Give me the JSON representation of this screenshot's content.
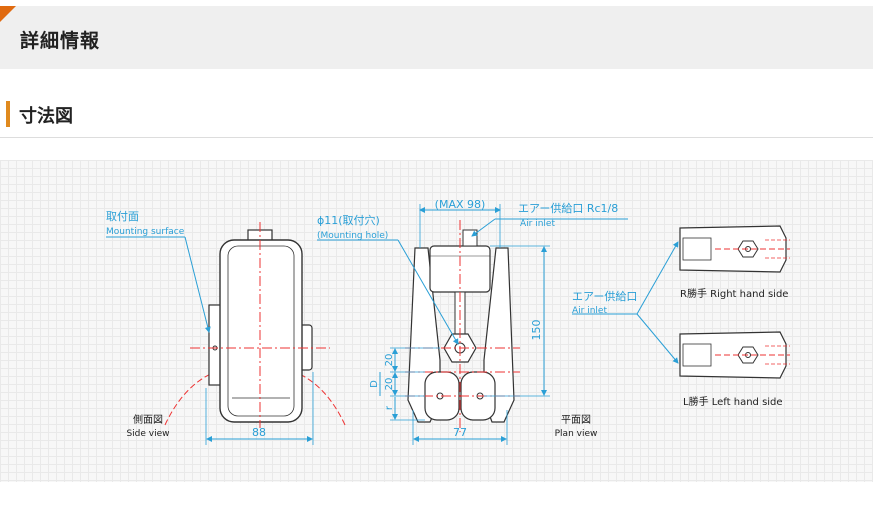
{
  "header": {
    "title": "詳細情報"
  },
  "section": {
    "title": "寸法図"
  },
  "drawing": {
    "side": {
      "mount_label_jp": "取付面",
      "mount_label_en": "Mounting surface",
      "view_jp": "側面図",
      "view_en": "Side view",
      "dim_width": "88"
    },
    "plan": {
      "hole_label_jp": "ϕ11(取付穴)",
      "hole_label_en": "(Mounting hole)",
      "max_label": "(MAX 98)",
      "air_label_jp": "エアー供給口 Rc1/8",
      "air_label_en": "Air inlet",
      "dim_height": "150",
      "dim_20a": "20",
      "dim_20b": "20",
      "dim_D": "D",
      "dim_r": "r",
      "dim_width": "77",
      "view_jp": "平面図",
      "view_en": "Plan view"
    },
    "hands": {
      "air_label_jp": "エアー供給口",
      "air_label_en": "Air inlet",
      "right_label": "R勝手 Right hand side",
      "left_label": "L勝手 Left hand side"
    }
  }
}
